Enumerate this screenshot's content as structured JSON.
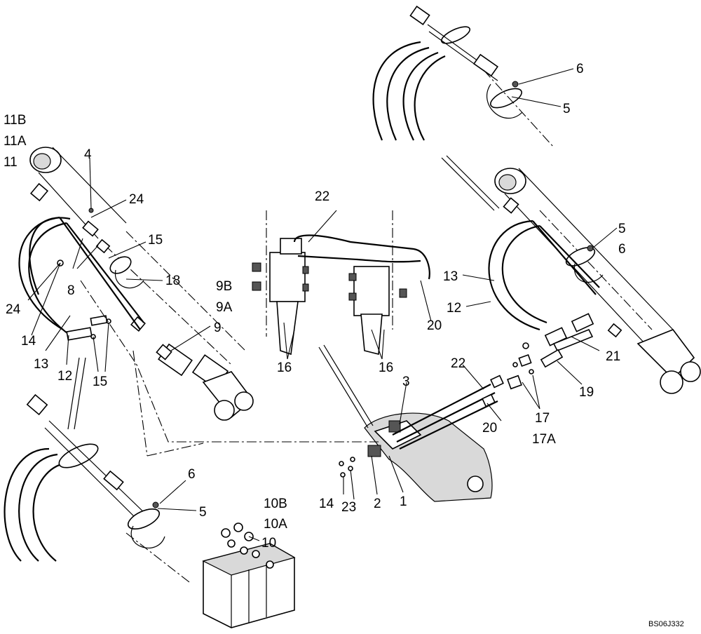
{
  "drawing_code": "BS06J332",
  "callouts": {
    "c1": "1",
    "c2": "2",
    "c3": "3",
    "c4": "4",
    "c5a": "5",
    "c5b": "5",
    "c5c": "5",
    "c6a": "6",
    "c6b": "6",
    "c6c": "6",
    "c8": "8",
    "c9": "9",
    "c9a": "9A",
    "c9b": "9B",
    "c10": "10",
    "c10a": "10A",
    "c10b": "10B",
    "c11": "11",
    "c11a": "11A",
    "c11b": "11B",
    "c12a": "12",
    "c12b": "12",
    "c13a": "13",
    "c13b": "13",
    "c14a": "14",
    "c14b": "14",
    "c15a": "15",
    "c15b": "15",
    "c16a": "16",
    "c16b": "16",
    "c17": "17",
    "c17a": "17A",
    "c18": "18",
    "c19": "19",
    "c20a": "20",
    "c20b": "20",
    "c21": "21",
    "c22a": "22",
    "c22b": "22",
    "c23": "23",
    "c24a": "24",
    "c24b": "24"
  }
}
